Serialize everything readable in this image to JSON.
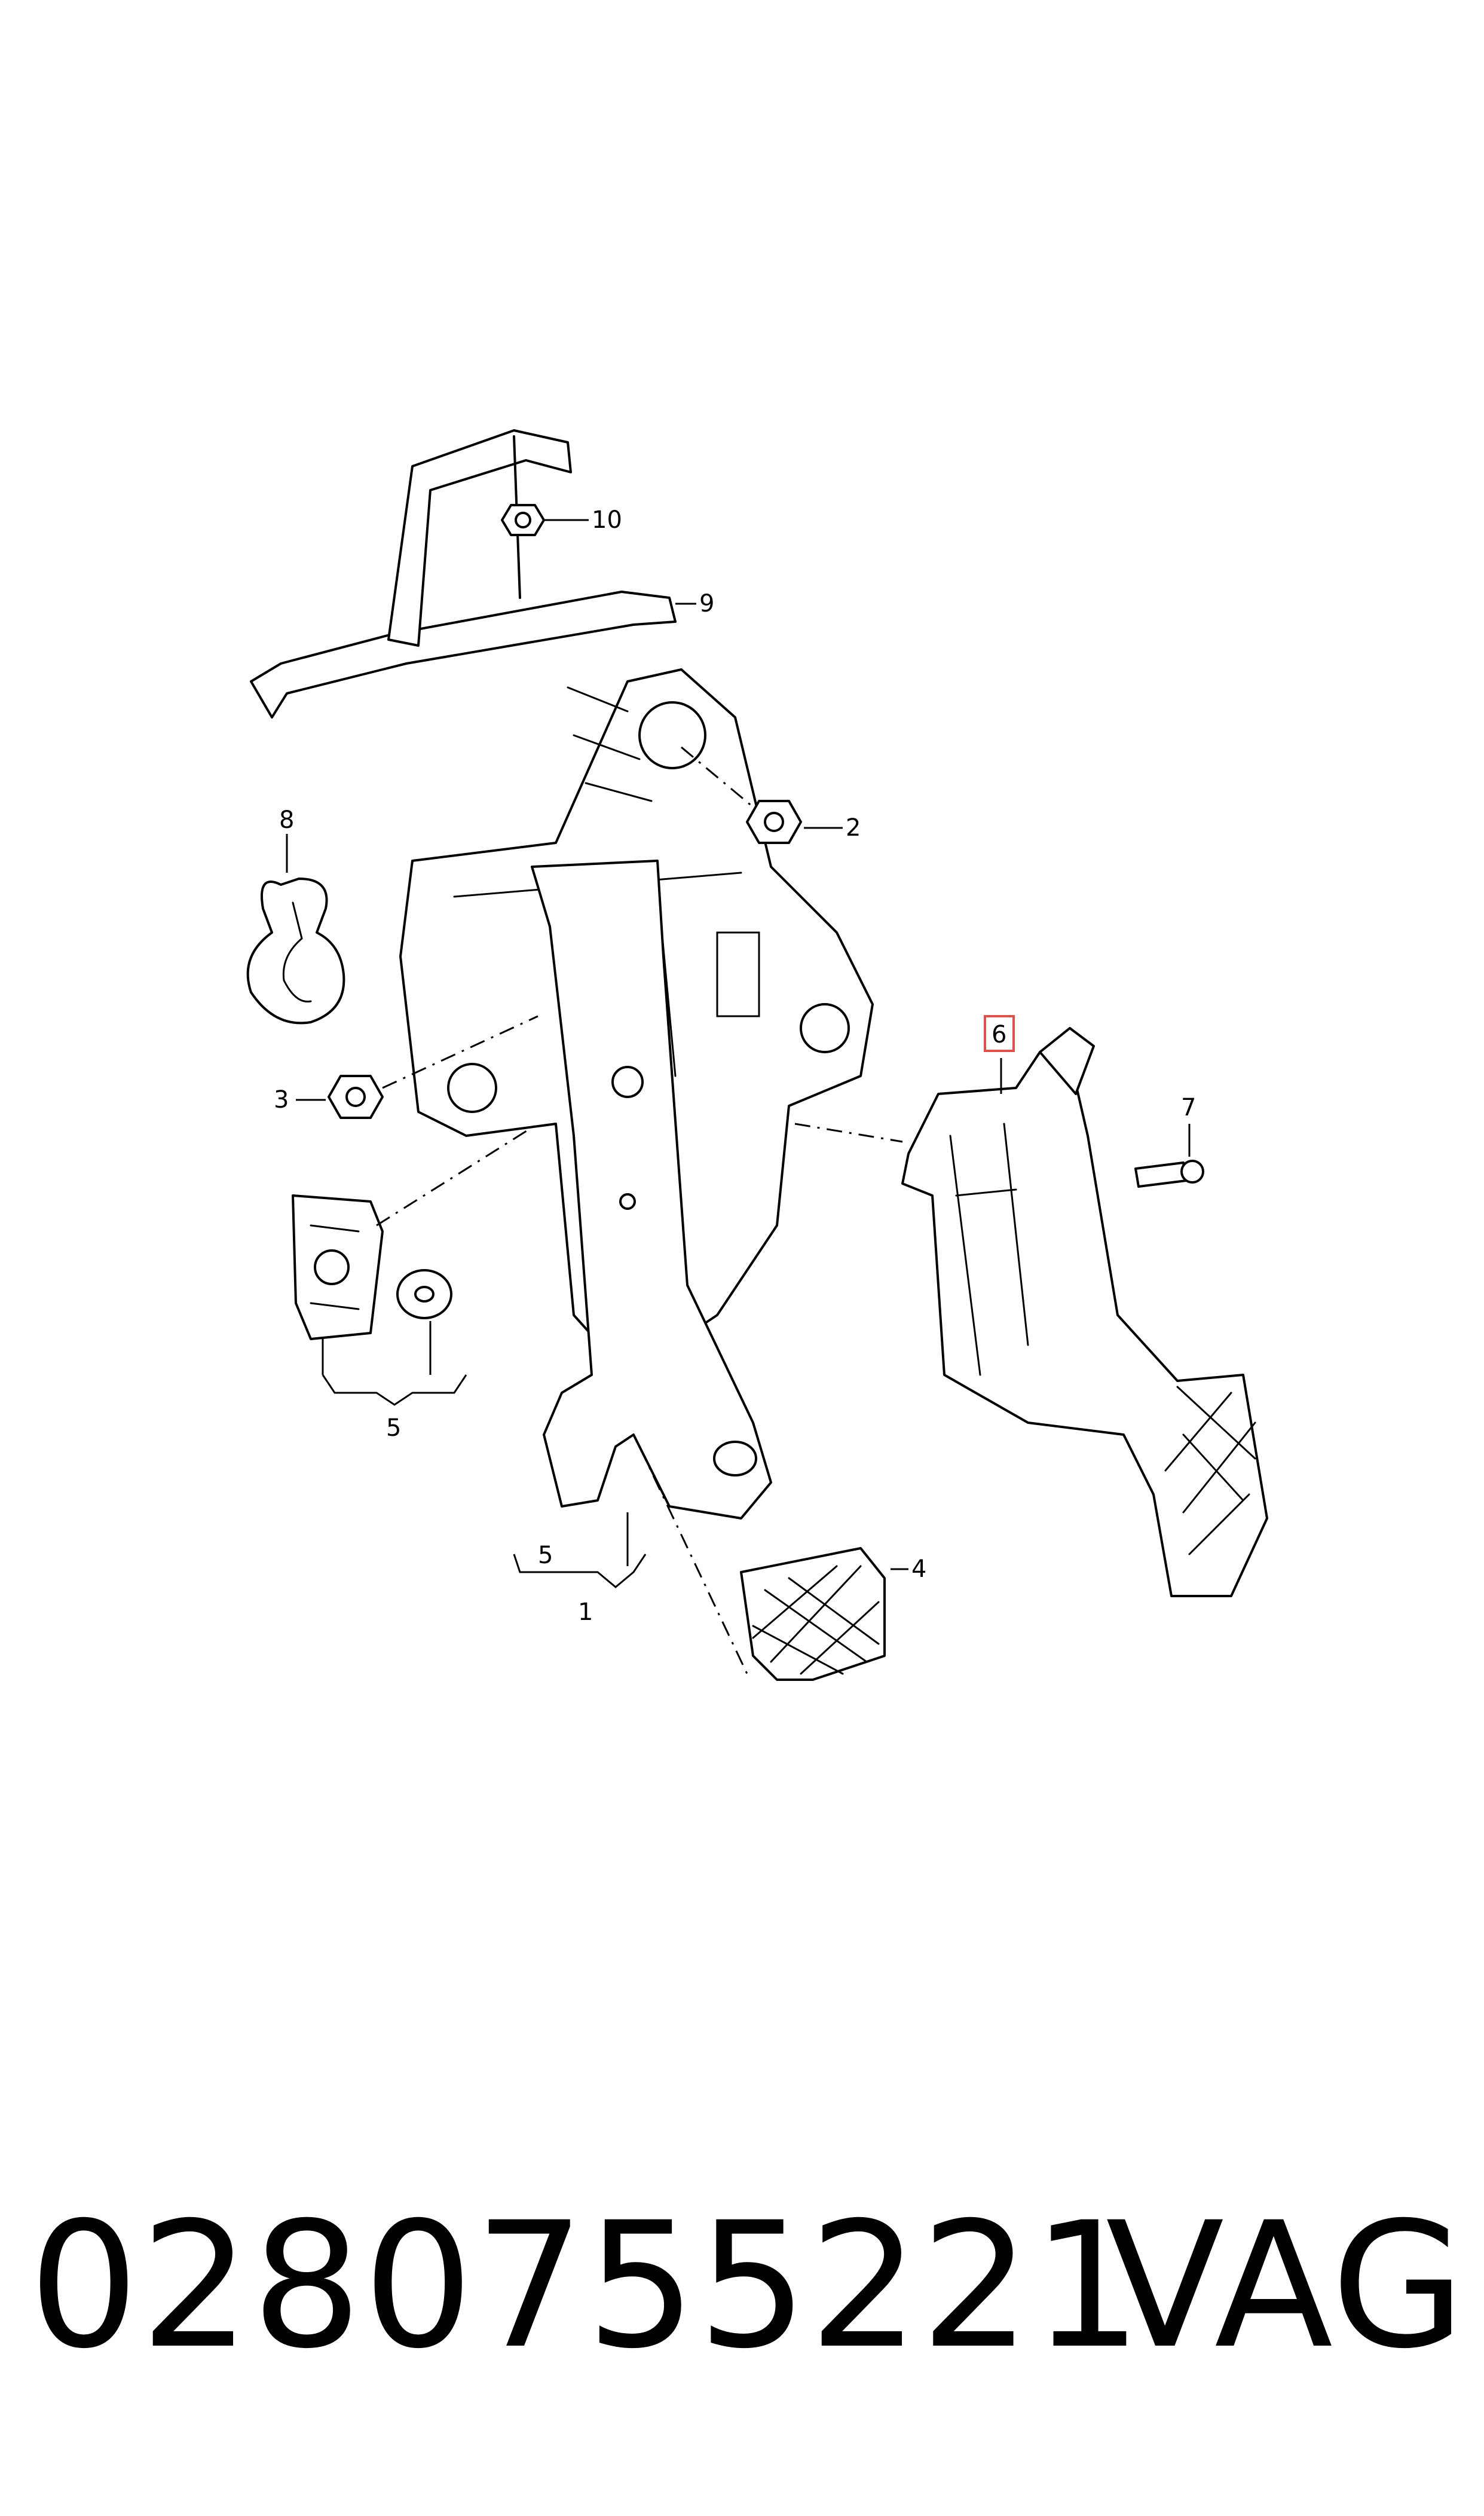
{
  "callouts": {
    "c1": "1",
    "c2": "2",
    "c3": "3",
    "c4": "4",
    "c5a": "5",
    "c5b": "5",
    "c6": "6",
    "c7": "7",
    "c8": "8",
    "c9": "9",
    "c10": "10"
  },
  "highlighted_callout": "6",
  "highlight_color": "#d9534f",
  "footer": {
    "part_number": "0280755221",
    "brand": "VAG"
  }
}
